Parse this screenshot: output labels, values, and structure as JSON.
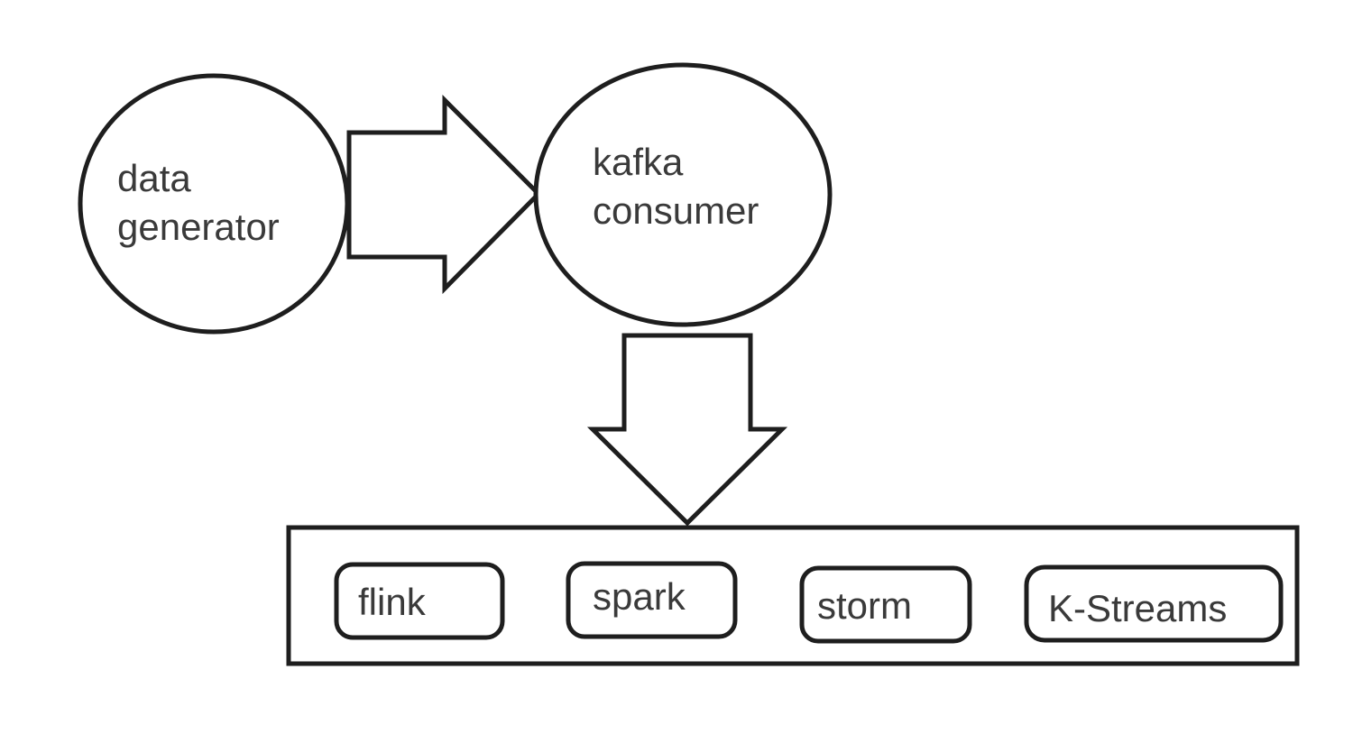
{
  "nodes": {
    "data_generator": {
      "line1": "data",
      "line2": "generator"
    },
    "kafka_consumer": {
      "line1": "kafka",
      "line2": "consumer"
    }
  },
  "processing_engines": [
    {
      "label": "flink"
    },
    {
      "label": "spark"
    },
    {
      "label": "storm"
    },
    {
      "label": "K-Streams"
    }
  ]
}
